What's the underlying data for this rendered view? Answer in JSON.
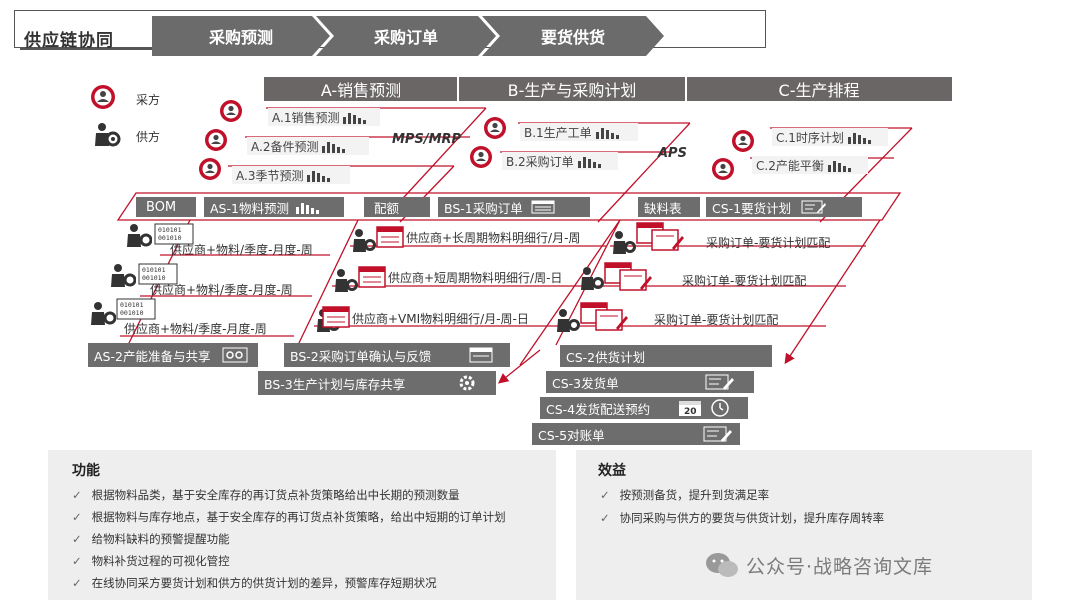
{
  "header": {
    "title": "供应链协同",
    "steps": [
      "采购预测",
      "采购订单",
      "要货供货"
    ]
  },
  "phases": [
    "A-销售预测",
    "B-生产与采购计划",
    "C-生产排程"
  ],
  "legend": {
    "buyer": "采方",
    "supplier": "供方"
  },
  "tags": {
    "mps": "MPS/MRP",
    "aps": "APS"
  },
  "a_items": [
    "A.1销售预测",
    "A.2备件预测",
    "A.3季节预测"
  ],
  "b_items": [
    "B.1生产工单",
    "B.2采购订单"
  ],
  "c_items": [
    "C.1时序计划",
    "C.2产能平衡"
  ],
  "band": {
    "bom": "BOM",
    "as1": "AS-1物料预测",
    "quota": "配额",
    "bs1": "BS-1采购订单",
    "shortage": "缺料表",
    "cs1": "CS-1要货计划"
  },
  "as_lines": [
    "供应商+物料/季度-月度-周",
    "供应商+物料/季度-月度-周",
    "供应商+物料/季度-月度-周"
  ],
  "bs_lines": [
    "供应商+长周期物料明细行/月-周",
    "供应商+短周期物料明细行/周-日",
    "供应商+VMI物料明细行/月-周-日"
  ],
  "cs_lines": [
    "采购订单-要货计划匹配",
    "采购订单-要货计划匹配",
    "采购订单-要货计划匹配"
  ],
  "boxes": {
    "as2": "AS-2产能准备与共享",
    "bs2": "BS-2采购订单确认与反馈",
    "bs3": "BS-3生产计划与库存共享",
    "cs2": "CS-2供货计划",
    "cs3": "CS-3发货单",
    "cs4": "CS-4发货配送预约",
    "cs5": "CS-5对账单",
    "calendar_num": "20"
  },
  "functions": {
    "title": "功能",
    "items": [
      "根据物料品类，基于安全库存的再订货点补货策略给出中长期的预测数量",
      "根据物料与库存地点，基于安全库存的再订货点补货策略，给出中短期的订单计划",
      "给物料缺料的预警提醒功能",
      "物料补货过程的可视化管控",
      "在线协同采方要货计划和供方的供货计划的差异，预警库存短期状况"
    ]
  },
  "benefits": {
    "title": "效益",
    "items": [
      "按预测备货，提升到货满足率",
      "协同采购与供方的要货与供货计划，提升库存周转率"
    ]
  },
  "watermark": "公众号·战略咨询文库",
  "colors": {
    "accent_red": "#c0102a",
    "dark_gray": "#6d6d6d"
  }
}
